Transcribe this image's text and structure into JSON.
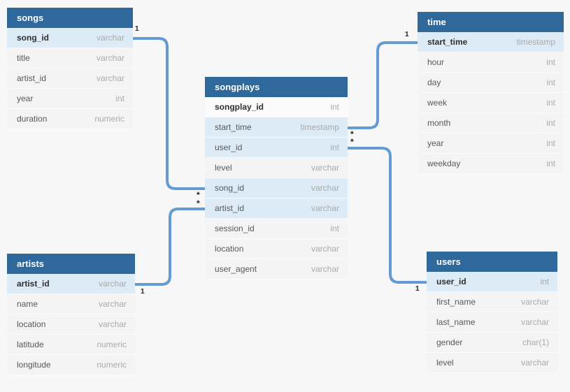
{
  "diagram": {
    "tables": {
      "songs": {
        "title": "songs",
        "columns": [
          {
            "name": "song_id",
            "type": "varchar"
          },
          {
            "name": "title",
            "type": "varchar"
          },
          {
            "name": "artist_id",
            "type": "varchar"
          },
          {
            "name": "year",
            "type": "int"
          },
          {
            "name": "duration",
            "type": "numeric"
          }
        ]
      },
      "songplays": {
        "title": "songplays",
        "columns": [
          {
            "name": "songplay_id",
            "type": "int"
          },
          {
            "name": "start_time",
            "type": "timestamp"
          },
          {
            "name": "user_id",
            "type": "int"
          },
          {
            "name": "level",
            "type": "varchar"
          },
          {
            "name": "song_id",
            "type": "varchar"
          },
          {
            "name": "artist_id",
            "type": "varchar"
          },
          {
            "name": "session_id",
            "type": "int"
          },
          {
            "name": "location",
            "type": "varchar"
          },
          {
            "name": "user_agent",
            "type": "varchar"
          }
        ]
      },
      "time": {
        "title": "time",
        "columns": [
          {
            "name": "start_time",
            "type": "timestamp"
          },
          {
            "name": "hour",
            "type": "int"
          },
          {
            "name": "day",
            "type": "int"
          },
          {
            "name": "week",
            "type": "int"
          },
          {
            "name": "month",
            "type": "int"
          },
          {
            "name": "year",
            "type": "int"
          },
          {
            "name": "weekday",
            "type": "int"
          }
        ]
      },
      "artists": {
        "title": "artists",
        "columns": [
          {
            "name": "artist_id",
            "type": "varchar"
          },
          {
            "name": "name",
            "type": "varchar"
          },
          {
            "name": "location",
            "type": "varchar"
          },
          {
            "name": "latitude",
            "type": "numeric"
          },
          {
            "name": "longitude",
            "type": "numeric"
          }
        ]
      },
      "users": {
        "title": "users",
        "columns": [
          {
            "name": "user_id",
            "type": "int"
          },
          {
            "name": "first_name",
            "type": "varchar"
          },
          {
            "name": "last_name",
            "type": "varchar"
          },
          {
            "name": "gender",
            "type": "char(1)"
          },
          {
            "name": "level",
            "type": "varchar"
          }
        ]
      }
    },
    "connections": [
      {
        "from": "songs.song_id",
        "to": "songplays.song_id",
        "one": "1",
        "many": "*"
      },
      {
        "from": "artists.artist_id",
        "to": "songplays.artist_id",
        "one": "1",
        "many": "*"
      },
      {
        "from": "time.start_time",
        "to": "songplays.start_time",
        "one": "1",
        "many": "*"
      },
      {
        "from": "users.user_id",
        "to": "songplays.user_id",
        "one": "1",
        "many": "*"
      }
    ],
    "colors": {
      "header": "#2f689a",
      "highlight_row": "#dcebf5",
      "row": "#f4f4f4",
      "pk_row_white": "#fbfbfb",
      "connector": "#649cd2",
      "background": "#f7f7f7"
    }
  }
}
